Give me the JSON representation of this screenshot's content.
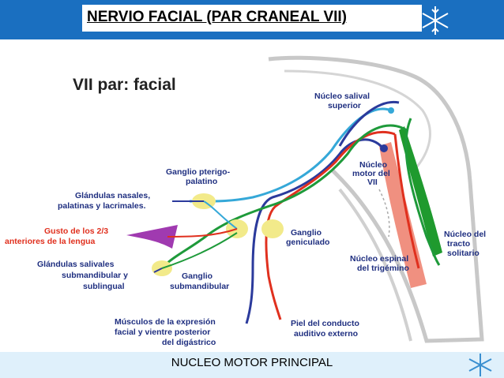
{
  "header": {
    "title": "NERVIO FACIAL (PAR CRANEAL VII)"
  },
  "footer": {
    "caption": "NUCLEO MOTOR PRINCIPAL"
  },
  "diagram": {
    "heading": "VII par: facial",
    "labels": {
      "nucleo_salival_1": "Núcleo salival",
      "nucleo_salival_2": "superior",
      "nucleo_motor_1": "Núcleo",
      "nucleo_motor_2": "motor del",
      "nucleo_motor_3": "VII",
      "ganglio_ptp_1": "Ganglio pterigo-",
      "ganglio_ptp_2": "palatino",
      "glandulas_nasales_1": "Glándulas nasales,",
      "glandulas_nasales_2": "palatinas y lacrimales.",
      "gusto_1": "Gusto de los 2/3",
      "gusto_2": "anteriores de la lengua",
      "ganglio_gen_1": "Ganglio",
      "ganglio_gen_2": "geniculado",
      "nucleo_tracto_1": "Núcleo del",
      "nucleo_tracto_2": "tracto",
      "nucleo_tracto_3": "solitario",
      "nucleo_espinal_1": "Núcleo espinal",
      "nucleo_espinal_2": "del trigémino",
      "glandulas_saliv_1": "Glándulas salivales",
      "glandulas_saliv_2": "submandibular y",
      "glandulas_saliv_3": "sublingual",
      "ganglio_sub_1": "Ganglio",
      "ganglio_sub_2": "submandibular",
      "musculos_1": "Músculos de la expresión",
      "musculos_2": "facial y vientre posterior",
      "musculos_3": "del digástrico",
      "piel_1": "Piel del conducto",
      "piel_2": "auditivo externo"
    },
    "colors": {
      "motor": "#2b3a9c",
      "sensory": "#e0301e",
      "parasympathetic": "#1e9a3a",
      "secretory": "#35a8d8",
      "ganglion": "#f2ea8a",
      "tongue": "#a03ab0",
      "solitary_nucleus": "#1f9a2e",
      "trigeminal_nucleus": "#f09080"
    }
  }
}
